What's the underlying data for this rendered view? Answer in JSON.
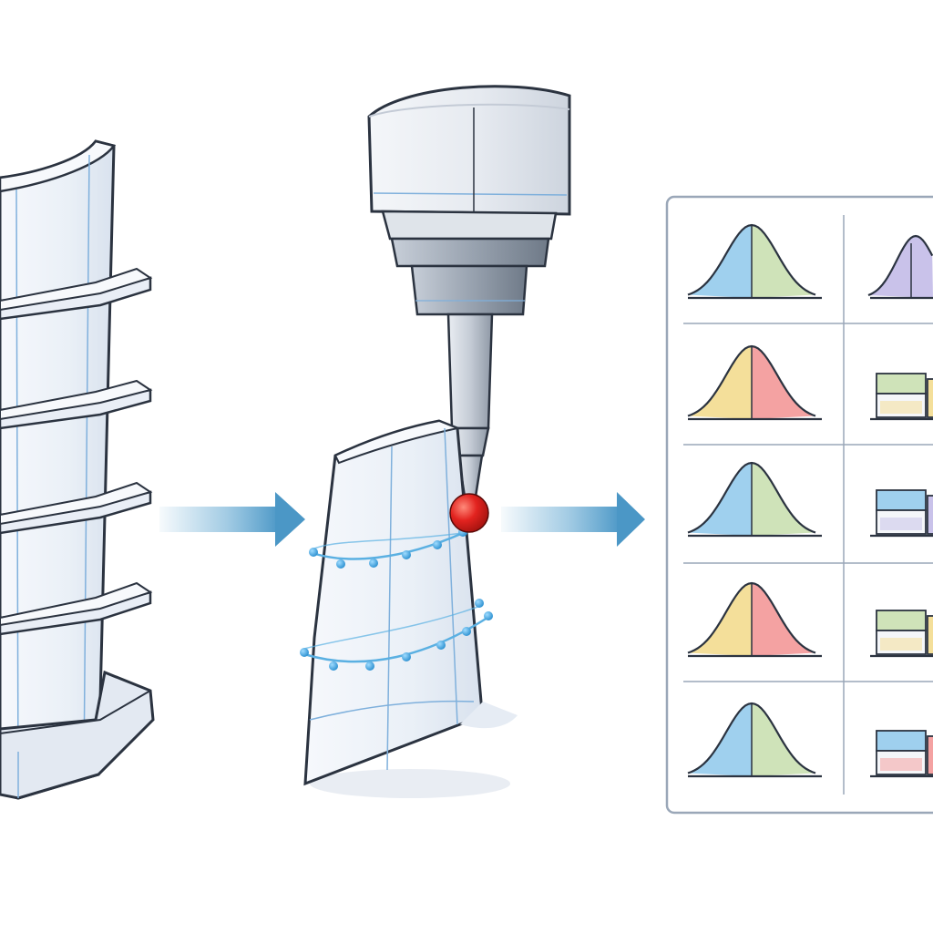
{
  "diagram": {
    "stages": [
      {
        "id": "blade-stack",
        "description_icon": "stacked-blade-sections-icon"
      },
      {
        "id": "probe-measurement",
        "description_icon": "cmm-probe-icon"
      },
      {
        "id": "distribution-results",
        "description_icon": "distribution-grid-icon"
      }
    ],
    "colors": {
      "outline": "#2b3340",
      "blade_fill": "#eef2f8",
      "blade_shade": "#d8e0ec",
      "seam": "#7fb0dc",
      "arrow": "#5aa3cf",
      "probe_tip": "#e2231f",
      "measure_point": "#3aa0dd",
      "panel_border": "#9aa7b8",
      "dist_blue": "#9fd0ee",
      "dist_green": "#cfe3b9",
      "dist_yellow": "#f4df9a",
      "dist_red": "#f4a2a2",
      "dist_purple": "#c9c2ea"
    },
    "distribution_rows": [
      {
        "left_colors": [
          "dist_blue",
          "dist_green"
        ],
        "right_kind": "curve",
        "right_colors": [
          "dist_purple",
          "dist_purple"
        ]
      },
      {
        "left_colors": [
          "dist_yellow",
          "dist_red"
        ],
        "right_kind": "bars",
        "right_colors": [
          "dist_green",
          "dist_yellow"
        ]
      },
      {
        "left_colors": [
          "dist_blue",
          "dist_green"
        ],
        "right_kind": "bars",
        "right_colors": [
          "dist_blue",
          "dist_purple"
        ]
      },
      {
        "left_colors": [
          "dist_yellow",
          "dist_red"
        ],
        "right_kind": "bars",
        "right_colors": [
          "dist_green",
          "dist_yellow"
        ]
      },
      {
        "left_colors": [
          "dist_blue",
          "dist_green"
        ],
        "right_kind": "bars",
        "right_colors": [
          "dist_blue",
          "dist_red"
        ]
      }
    ]
  }
}
